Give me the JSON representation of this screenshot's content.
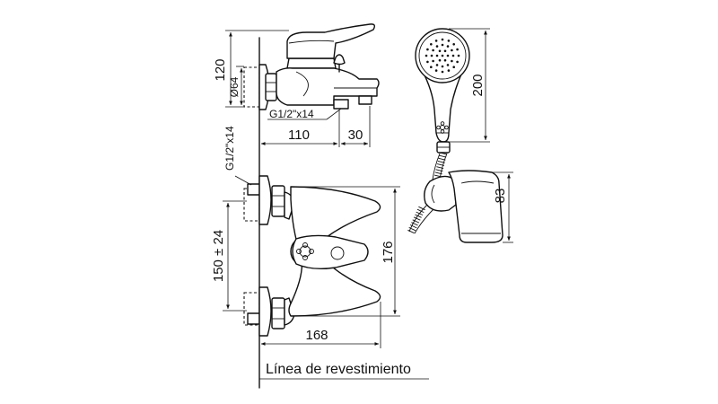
{
  "labels": {
    "dim_120": "120",
    "dim_dia64": "Ø64",
    "dim_thread_top": "G1/2\"x14",
    "dim_110": "110",
    "dim_30": "30",
    "dim_thread_side": "G1/2\"x14",
    "dim_150": "150 ± 24",
    "dim_176": "176",
    "dim_168": "168",
    "dim_200": "200",
    "dim_83": "83",
    "wall_line": "Línea de revestimiento"
  },
  "colors": {
    "line": "#111111",
    "background": "#ffffff"
  }
}
